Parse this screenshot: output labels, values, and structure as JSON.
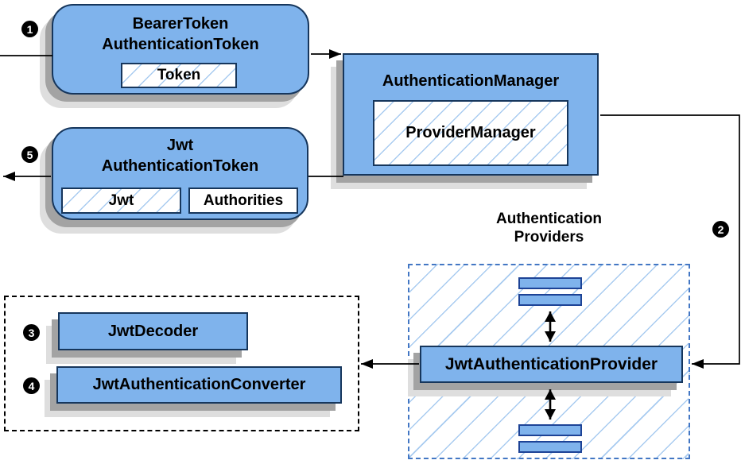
{
  "diagram": {
    "bearer_token_box": {
      "title_line1": "BearerToken",
      "title_line2": "AuthenticationToken",
      "field_label": "Token"
    },
    "auth_manager_box": {
      "title": "AuthenticationManager",
      "inner_label": "ProviderManager"
    },
    "jwt_token_box": {
      "title_line1": "Jwt",
      "title_line2": "AuthenticationToken",
      "field1_label": "Jwt",
      "field2_label": "Authorities"
    },
    "providers_group": {
      "label_line1": "Authentication",
      "label_line2": "Providers",
      "provider_label": "JwtAuthenticationProvider"
    },
    "decoder_group": {
      "decoder_label": "JwtDecoder",
      "converter_label": "JwtAuthenticationConverter"
    },
    "steps": {
      "step1": "1",
      "step2": "2",
      "step3": "3",
      "step4": "4",
      "step5": "5"
    },
    "colors": {
      "box_fill": "#7fb3ec",
      "box_border": "#16365c",
      "stub_border": "#1d4396",
      "dashed_blue": "#4377c4",
      "hatch_line": "#a8cbf0",
      "shadow_dark": "#a3a3a3",
      "shadow_light": "#dedede",
      "badge_bg": "#000000",
      "badge_text": "#ffffff",
      "line_color": "#000000"
    }
  }
}
